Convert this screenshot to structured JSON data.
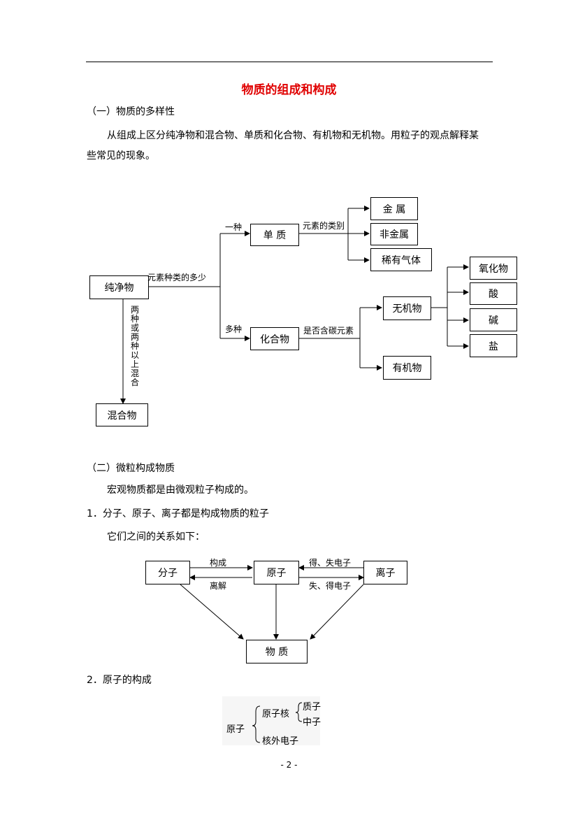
{
  "page_title": "物质的组成和构成",
  "section1": {
    "heading": "（一）物质的多样性",
    "para_line1": "从组成上区分纯净物和混合物、单质和化合物、有机物和无机物。用粒子的观点解释某",
    "para_line2": "些常见的现象。"
  },
  "diagram1": {
    "pure": "纯净物",
    "mixture": "混合物",
    "element": "单 质",
    "compound": "化合物",
    "metal": "金  属",
    "nonmetal": "非金属",
    "noble_gas": "稀有气体",
    "inorganic": "无机物",
    "organic": "有机物",
    "oxide": "氧化物",
    "acid": "酸",
    "base": "碱",
    "salt": "盐",
    "label_kinds": "元素种类的多少",
    "label_one": "一种",
    "label_many": "多种",
    "label_category": "元素的类别",
    "label_carbon": "是否含碳元素",
    "label_mix": "两种或两种以上混合"
  },
  "section2": {
    "heading": "（二）微粒构成物质",
    "intro": "宏观物质都是由微观粒子构成的。",
    "item1": "1．分子、原子、离子都是构成物质的粒子",
    "item1_sub": "它们之间的关系如下："
  },
  "diagram2": {
    "molecule": "分子",
    "atom": "原子",
    "ion": "离子",
    "matter": "物  质",
    "label_compose": "构成",
    "label_decompose": "离解",
    "label_gain_lose": "得、失电子",
    "label_lose_gain": "失、得电子"
  },
  "section3": {
    "item2": "2．原子的构成"
  },
  "diagram3": {
    "atom": "原子",
    "nucleus": "原子核",
    "proton": "质子",
    "neutron": "中子",
    "electrons": "核外电子"
  },
  "page_number": "- 2 -"
}
